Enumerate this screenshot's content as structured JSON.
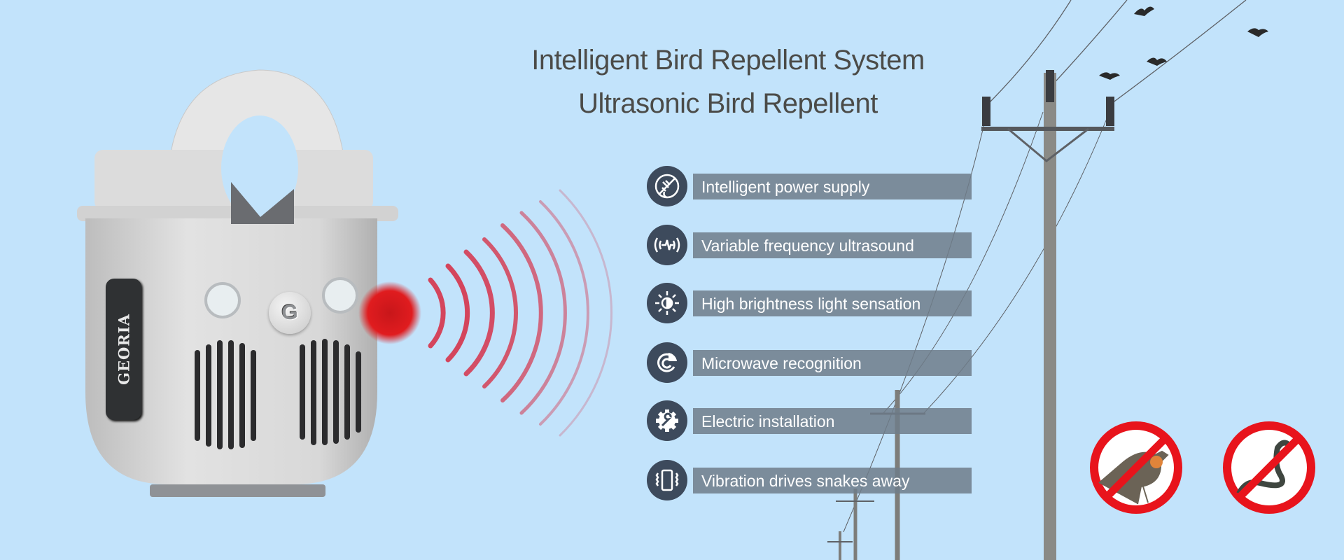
{
  "header": {
    "title_line1": "Intelligent Bird Repellent System",
    "title_line2": "Ultrasonic Bird Repellent"
  },
  "product": {
    "brand_label": "GEORIA",
    "button_letter": "G",
    "emitter_color": "#d61a1a"
  },
  "features": [
    {
      "label": "Intelligent power supply",
      "icon": "power-plug-icon"
    },
    {
      "label": "Variable frequency ultrasound",
      "icon": "ultrasound-wave-icon"
    },
    {
      "label": "High brightness light sensation",
      "icon": "brightness-sun-icon"
    },
    {
      "label": "Microwave recognition",
      "icon": "radar-icon"
    },
    {
      "label": "Electric installation",
      "icon": "gear-wrench-icon"
    },
    {
      "label": "Vibration drives snakes away",
      "icon": "vibration-icon"
    }
  ],
  "prohibited": [
    {
      "icon": "no-birds-icon"
    },
    {
      "icon": "no-snakes-icon"
    }
  ],
  "colors": {
    "background": "#c2e3fb",
    "feature_bar": "#6e7c8a",
    "icon_circle": "#3d4a5c",
    "prohibition_red": "#e8141c"
  }
}
